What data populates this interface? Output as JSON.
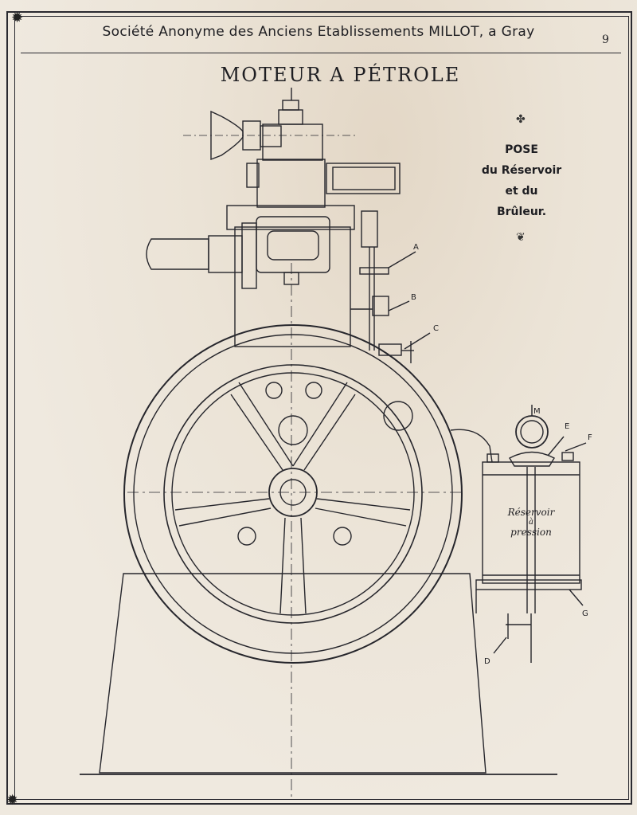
{
  "header": {
    "company": "Société Anonyme des Anciens Etablissements MILLOT, a Gray",
    "page_number": "9"
  },
  "title": "MOTEUR A PÉTROLE",
  "caption": {
    "line1": "POSE",
    "line2": "du Réservoir",
    "line3": "et du",
    "line4": "Brûleur."
  },
  "labels": {
    "a": "A",
    "b": "B",
    "c": "C",
    "d": "D",
    "e": "E",
    "f": "F",
    "g": "G",
    "m": "M"
  },
  "tank": {
    "line1": "Réservoir",
    "line2": "à",
    "line3": "pression"
  },
  "ornaments": {
    "top": "✤",
    "bottom": "❦",
    "rosette": "✹"
  }
}
